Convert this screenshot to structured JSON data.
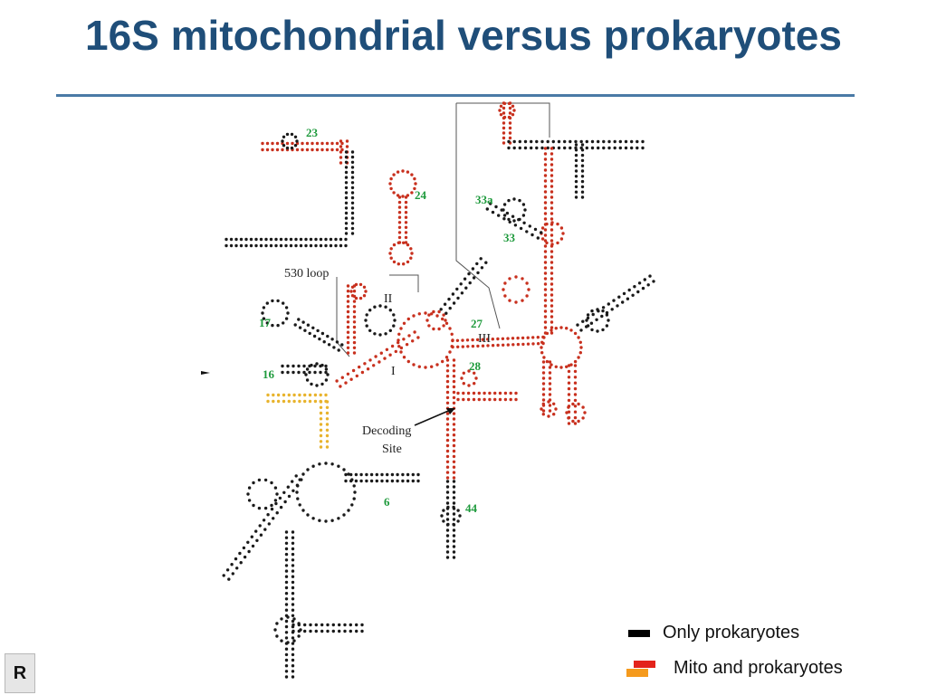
{
  "slide": {
    "title": "16S mitochondrial versus prokaryotes",
    "corner_button": "R"
  },
  "diagram": {
    "helix_labels": [
      "23",
      "24",
      "33a",
      "33",
      "17",
      "16",
      "27",
      "28",
      "6",
      "44"
    ],
    "region_labels": [
      "530 loop",
      "II",
      "I",
      "III"
    ],
    "annotation": [
      "Decoding",
      "Site"
    ]
  },
  "legend": {
    "items": [
      {
        "label": "Only prokaryotes",
        "colors": [
          "#000000"
        ]
      },
      {
        "label": "Mito and prokaryotes",
        "colors": [
          "#e3231b",
          "#f59a1d"
        ]
      }
    ]
  },
  "colors": {
    "title": "#1f4e79",
    "rule": "#4a7aa6",
    "prokaryote_only": "#1a1a1a",
    "mito_and_prokaryote": "#c8301e",
    "highlight_orange": "#e8b32c",
    "helix_number": "#1e9a3c"
  }
}
